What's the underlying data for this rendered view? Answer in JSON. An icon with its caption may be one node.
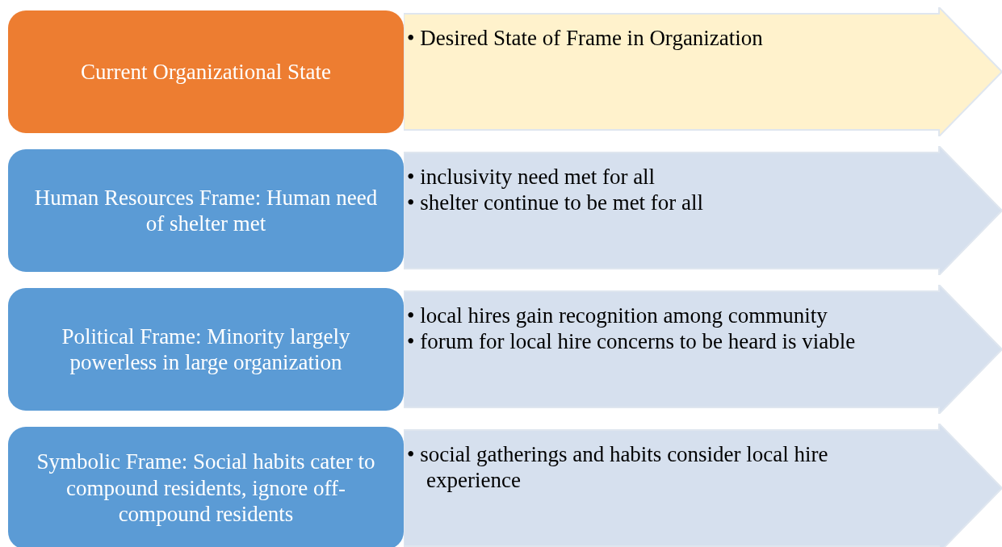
{
  "diagram": {
    "nodes": [
      {
        "text": [
          "Current Organizational State"
        ]
      },
      {
        "text": [
          "• Desired State of Frame in Organization"
        ]
      },
      {
        "text": [
          "Human Resources Frame: Human need of shelter met"
        ]
      },
      {
        "text": [
          "• inclusivity need met for all",
          "• shelter continue to be met for all"
        ]
      },
      {
        "text": [
          "Political Frame: Minority largely powerless in large organization"
        ]
      },
      {
        "text": [
          "• local hires gain recognition among community",
          "• forum for local hire concerns to be heard is viable"
        ]
      },
      {
        "text": [
          "Symbolic Frame: Social habits cater to compound residents, ignore off-compound residents"
        ]
      },
      {
        "text": [
          "• social gatherings and habits consider local hire experience"
        ]
      }
    ]
  }
}
